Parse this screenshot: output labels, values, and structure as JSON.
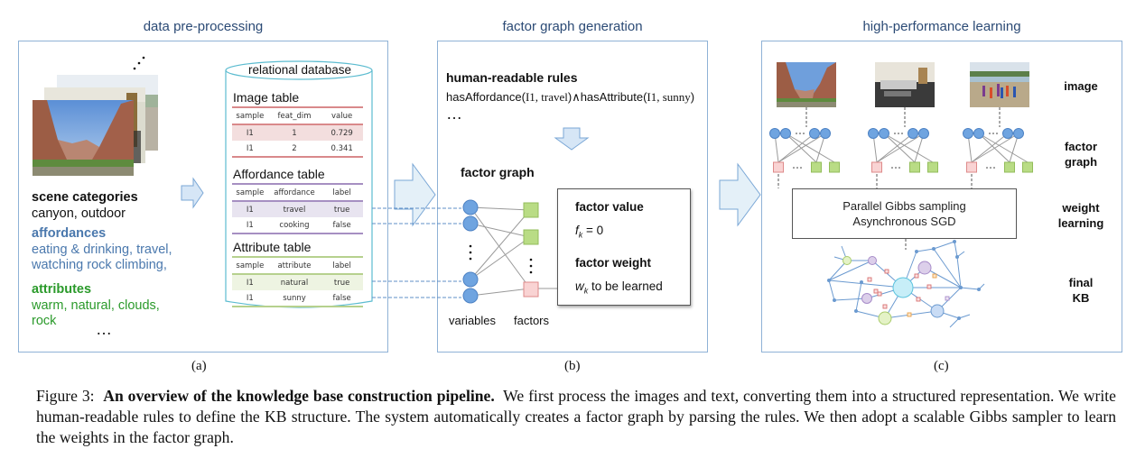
{
  "panels": {
    "a": {
      "title": "data pre-processing",
      "sub_label": "(a)",
      "scene_categories": {
        "heading": "scene categories",
        "text": "canyon, outdoor"
      },
      "affordances": {
        "heading": "affordances",
        "text_line1": "eating & drinking, travel,",
        "text_line2": "watching rock climbing,"
      },
      "attributes": {
        "heading": "attributes",
        "text_line1": "warm, natural, clouds,",
        "text_line2": "rock"
      },
      "ellipsis": "…",
      "database": {
        "title": "relational database",
        "tables": [
          {
            "name": "Image table",
            "color": "#d9898b",
            "highlight": "#f3dede",
            "headers": [
              "sample",
              "feat_dim",
              "value"
            ],
            "rows": [
              [
                "I1",
                "1",
                "0.729"
              ],
              [
                "I1",
                "2",
                "0.341"
              ]
            ]
          },
          {
            "name": "Affordance table",
            "color": "#a68fc2",
            "highlight": "#e8e4f0",
            "headers": [
              "sample",
              "affordance",
              "label"
            ],
            "rows": [
              [
                "I1",
                "travel",
                "true"
              ],
              [
                "I1",
                "cooking",
                "false"
              ]
            ]
          },
          {
            "name": "Attribute table",
            "color": "#b6d18e",
            "highlight": "#eef4e2",
            "headers": [
              "sample",
              "attribute",
              "label"
            ],
            "rows": [
              [
                "I1",
                "natural",
                "true"
              ],
              [
                "I1",
                "sunny",
                "false"
              ]
            ]
          }
        ]
      }
    },
    "b": {
      "title": "factor graph generation",
      "sub_label": "(b)",
      "rules_heading": "human-readable rules",
      "rule_parts": {
        "f1": "hasAffordance(",
        "a1": "I1, travel",
        "f2": ")∧hasAttribute(",
        "a2": "I1, sunny",
        "f3": ")"
      },
      "ellipsis": "…",
      "factor_graph_heading": "factor graph",
      "variables_label": "variables",
      "factors_label": "factors",
      "factor_value_heading": "factor value",
      "factor_value_var": "f",
      "factor_value_sub": "k",
      "factor_value_eq": " = 0",
      "factor_weight_heading": "factor weight",
      "factor_weight_var": "w",
      "factor_weight_sub": "k",
      "factor_weight_text": " to be learned"
    },
    "c": {
      "title": "high-performance learning",
      "sub_label": "(c)",
      "gibbs_line1": "Parallel Gibbs sampling",
      "gibbs_line2": "Asynchronous SGD",
      "row_labels": {
        "image": "image",
        "factor_graph_1": "factor",
        "factor_graph_2": "graph",
        "weight_learning_1": "weight",
        "weight_learning_2": "learning",
        "final_kb_1": "final",
        "final_kb_2": "KB"
      },
      "thumbnails": [
        "canyon-photo",
        "studio-room-photo",
        "people-by-river-photo"
      ]
    }
  },
  "caption": {
    "prefix": "Figure 3:  ",
    "bold": "An overview of the knowledge base construction pipeline.",
    "body": "  We first process the images and text, converting them into a structured representation. We write human-readable rules to define the KB structure. The system automatically creates a factor graph by parsing the rules. We then adopt a scalable Gibbs sampler to learn the weights in the factor graph."
  },
  "colors": {
    "panel_border": "#8fb2d6",
    "panel_title": "#2b4a75",
    "variable_node": "#6fa4e0",
    "factor_green": "#b9dc85",
    "factor_red": "#f5c0c0",
    "arrow_fill": "#dcebf7",
    "arrow_stroke": "#7aa7d6"
  }
}
